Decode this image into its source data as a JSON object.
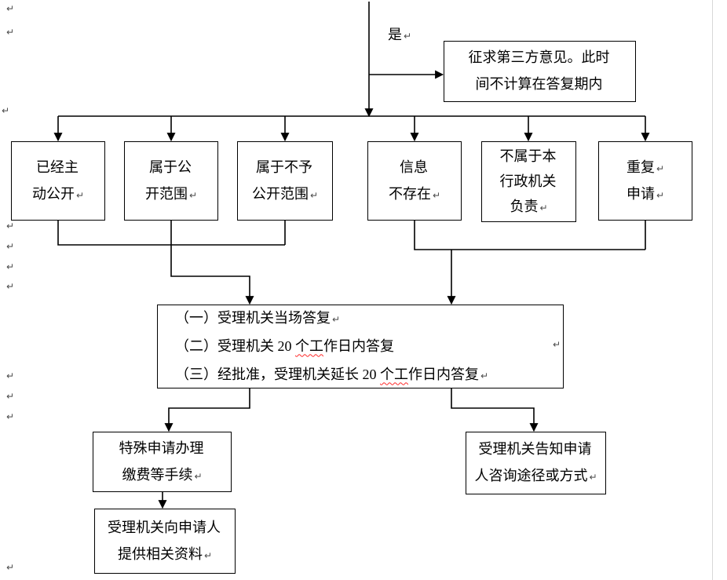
{
  "diagram": {
    "mark_glyph": "↵",
    "yes_label": {
      "text": "是",
      "mark": "↵"
    },
    "third_party": {
      "lines": [
        {
          "text": "征求第三方意见。此时",
          "mark": ""
        },
        {
          "text": "间不计算在答复期内",
          "mark": ""
        }
      ]
    },
    "row": [
      {
        "lines": [
          {
            "text": "已经主",
            "mark": ""
          },
          {
            "text": "动公开",
            "mark": "↵"
          }
        ]
      },
      {
        "lines": [
          {
            "text": "属于公",
            "mark": ""
          },
          {
            "text": "开范围",
            "mark": "↵"
          }
        ]
      },
      {
        "lines": [
          {
            "text": "属于不予",
            "mark": ""
          },
          {
            "text": "公开范围",
            "mark": "↵"
          }
        ]
      },
      {
        "lines": [
          {
            "text": "信息",
            "mark": ""
          },
          {
            "text": "不存在",
            "mark": "↵"
          }
        ]
      },
      {
        "lines": [
          {
            "text": "不属于本",
            "mark": ""
          },
          {
            "text": "行政机关",
            "mark": ""
          },
          {
            "text": "负责",
            "mark": "↵"
          }
        ]
      },
      {
        "lines": [
          {
            "text": "重复",
            "mark": "↵"
          },
          {
            "text": "申请",
            "mark": "↵"
          }
        ]
      }
    ],
    "main_box": {
      "lines": [
        {
          "pre": "（一）受理机关当场答复",
          "sq": "",
          "post": "",
          "mark": "↵"
        },
        {
          "pre": "（二）受理机关 20 ",
          "sq": "个工",
          "post": "作日内答复",
          "mark": ""
        },
        {
          "pre": "（三）经批准，受理机关延长 20 ",
          "sq": "个工",
          "post": "作日内答复",
          "mark": "↵"
        }
      ]
    },
    "special_box": {
      "lines": [
        {
          "text": "特殊申请办理",
          "mark": ""
        },
        {
          "text": "缴费等手续",
          "mark": "↵"
        }
      ]
    },
    "provide_box": {
      "lines": [
        {
          "text": "受理机关向申请人",
          "mark": ""
        },
        {
          "text": "提供相关资料",
          "mark": "↵"
        }
      ]
    },
    "inform_box": {
      "lines": [
        {
          "text": "受理机关告知申请",
          "mark": ""
        },
        {
          "text": "人咨询途径或方式",
          "mark": "↵"
        }
      ]
    },
    "colors": {
      "line": "#000000",
      "squiggle": "#ff2a2a"
    }
  }
}
